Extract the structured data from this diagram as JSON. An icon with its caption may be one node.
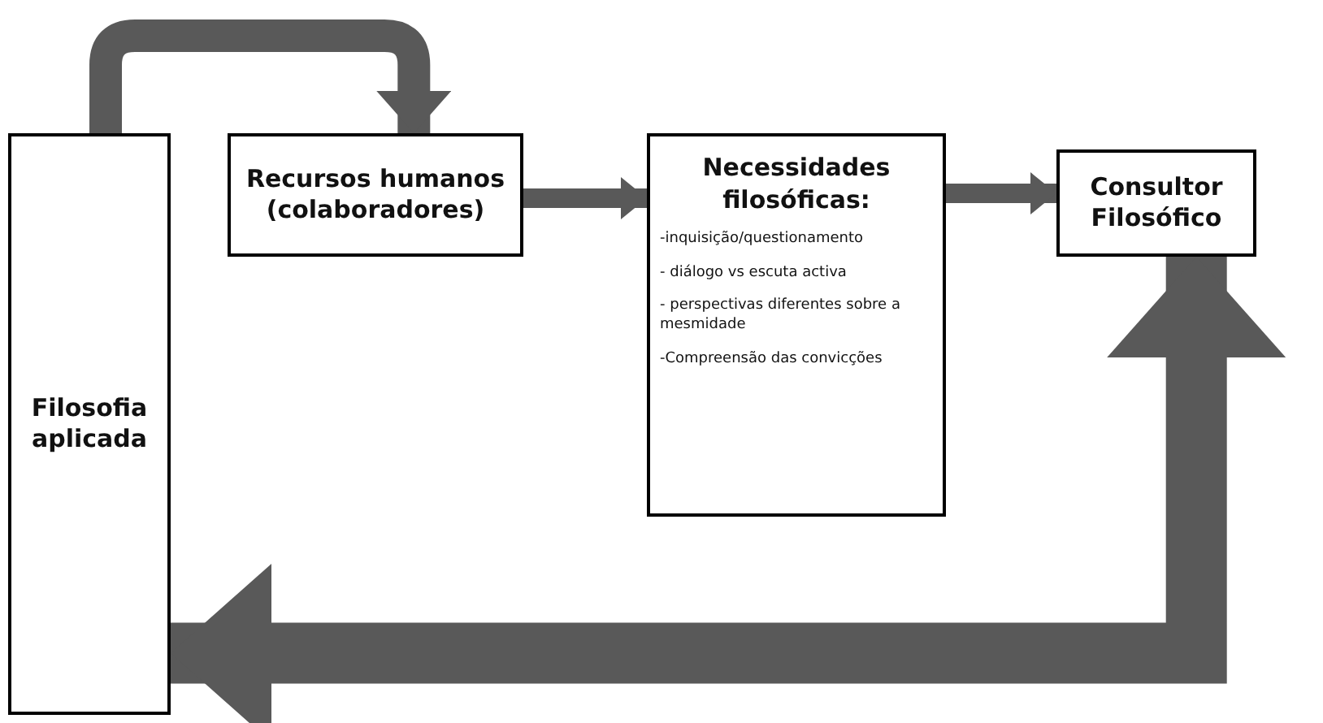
{
  "diagram": {
    "nodes": [
      {
        "text": [
          "Filosofia aplicada"
        ]
      },
      {
        "text": [
          "Recursos humanos (colaboradores)"
        ]
      },
      {
        "text": [
          "Necessidades filosóficas:",
          "-inquisição/questionamento",
          "- diálogo vs escuta activa",
          "- perspectivas diferentes sobre a mesmidade",
          "-Compreensão das convicções"
        ]
      },
      {
        "text": [
          "Consultor Filosófico"
        ]
      }
    ],
    "edges": [
      {
        "from": 0,
        "to": 1,
        "arrow": "to"
      },
      {
        "from": 1,
        "to": 2,
        "arrow": "to"
      },
      {
        "from": 2,
        "to": 3,
        "arrow": "to"
      },
      {
        "from": 3,
        "to": 0,
        "arrow": "both",
        "style": "thick"
      }
    ]
  }
}
